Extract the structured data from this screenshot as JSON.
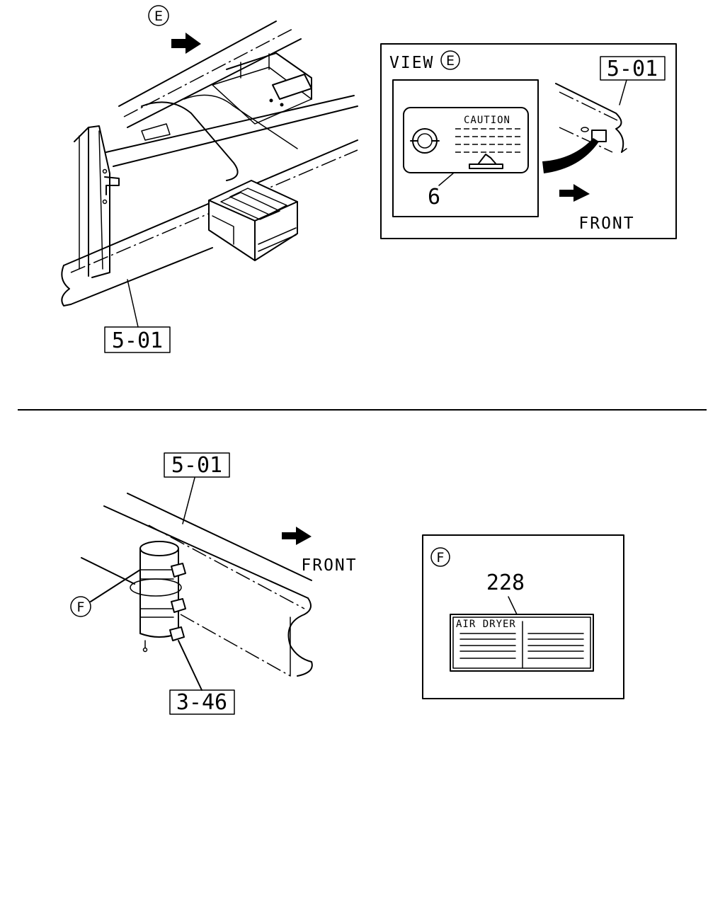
{
  "top_section": {
    "view_marker": "E",
    "frame_ref": "5-01",
    "inset": {
      "view_label": "VIEW",
      "view_marker": "E",
      "frame_ref": "5-01",
      "caution_text": "CAUTION",
      "item_number": "6",
      "direction_label": "FRONT"
    }
  },
  "bottom_section": {
    "frame_ref": "5-01",
    "direction_label": "FRONT",
    "view_marker": "F",
    "part_ref": "3-46",
    "inset": {
      "view_marker": "F",
      "item_number": "228",
      "plate_text": "AIR DRYER"
    }
  }
}
